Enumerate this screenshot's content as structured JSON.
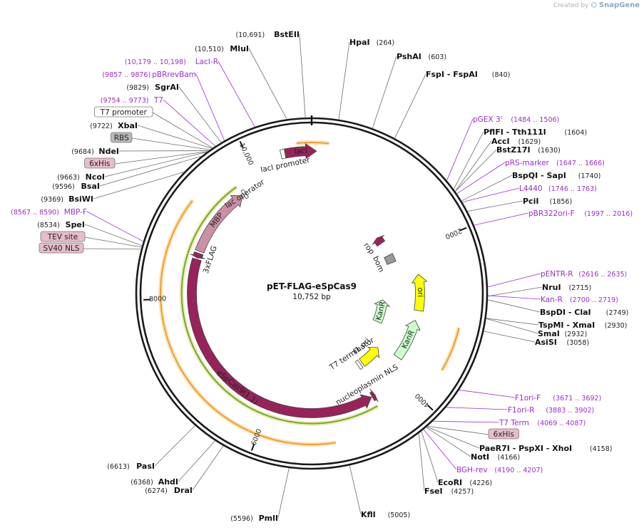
{
  "watermark": {
    "prefix": "Created by",
    "brand": "SnapGene"
  },
  "plasmid": {
    "name": "pET-FLAG-eSpCas9",
    "size_label": "10,752 bp",
    "length": 10752
  },
  "ticks": [
    {
      "label": "2000",
      "pos": 2000
    },
    {
      "label": "4000",
      "pos": 4000
    },
    {
      "label": "6000",
      "pos": 6000
    },
    {
      "label": "8000",
      "pos": 8000
    },
    {
      "label": "10,000",
      "pos": 10000
    }
  ],
  "features": [
    {
      "name": "lacI",
      "label": "lacI",
      "color": "#97235a",
      "r": 200,
      "start": 10435,
      "end": 10810,
      "dir": 1,
      "labelPlace": "inside"
    },
    {
      "name": "lacI-promoter",
      "label": "lacI promoter",
      "color": "#ffffff",
      "r": 200,
      "start": 10380,
      "end": 10430,
      "dir": 0,
      "labelPlace": "below"
    },
    {
      "name": "rop",
      "label": "rop",
      "color": "#97235a",
      "r": 120,
      "start": 1480,
      "end": 1620,
      "dir": -1,
      "labelPlace": "outside"
    },
    {
      "name": "bom",
      "label": "bom",
      "color": "#999999",
      "r": 120,
      "start": 1900,
      "end": 2060,
      "dir": 0,
      "labelPlace": "outside"
    },
    {
      "name": "ori",
      "label": "ori",
      "color": "#ffff00",
      "r": 152,
      "start": 2380,
      "end": 2960,
      "dir": -1,
      "labelPlace": "inside"
    },
    {
      "name": "kanr-1",
      "label": "KanR",
      "color": "#ccffcc",
      "r": 150,
      "start": 3120,
      "end": 3780,
      "dir": -1,
      "labelPlace": "inside"
    },
    {
      "name": "kanr-2",
      "label": "KanR",
      "color": "#ccffcc",
      "r": 100,
      "start": 2840,
      "end": 3380,
      "dir": -1,
      "labelPlace": "inside"
    },
    {
      "name": "f1-ori",
      "label": "f1 ori",
      "color": "#ffff00",
      "r": 120,
      "start": 3860,
      "end": 4300,
      "dir": -1,
      "labelPlace": "outside"
    },
    {
      "name": "t7-terminator",
      "label": "T7 terminator",
      "color": "#ffffff",
      "r": 120,
      "start": 4340,
      "end": 4400,
      "dir": 0,
      "labelPlace": "outside"
    },
    {
      "name": "nucleoplasmin-nls",
      "label": "nucleoplasmin NLS",
      "color": "#97235a",
      "r": 168,
      "start": 4420,
      "end": 4470,
      "dir": -1,
      "labelPlace": "outside"
    },
    {
      "name": "espcas9",
      "label": "eSpCas9(1.1)",
      "color": "#97235a",
      "r": 168,
      "start": 4480,
      "end": 8560,
      "dir": -1,
      "labelPlace": "inside"
    },
    {
      "name": "3xflag",
      "label": "3xFLAG",
      "color": "#97235a",
      "r": 168,
      "start": 8580,
      "end": 8650,
      "dir": -1,
      "labelPlace": "outside"
    },
    {
      "name": "mbp",
      "label": "MBP",
      "color": "#cc8fa5",
      "r": 168,
      "start": 8680,
      "end": 9700,
      "dir": 1,
      "labelPlace": "inside"
    },
    {
      "name": "lac-operator",
      "label": "lac operator",
      "color": "#ffffff",
      "r": 168,
      "start": 9720,
      "end": 9760,
      "dir": 0,
      "labelPlace": "inside"
    }
  ],
  "tracks": [
    {
      "name": "green-track",
      "r": 183,
      "start": 4470,
      "end": 9700,
      "color": "#5cb82c"
    },
    {
      "name": "orange-track-1",
      "r": 212,
      "start": 10580,
      "end": 10950,
      "color": "#f0a030"
    },
    {
      "name": "orange-track-2",
      "r": 212,
      "start": 3080,
      "end": 3600,
      "color": "#f0a030"
    },
    {
      "name": "orange-track-3",
      "r": 212,
      "start": 5100,
      "end": 9200,
      "color": "#f0a030"
    }
  ],
  "sites": {
    "top_center": [
      {
        "name": "BstEII",
        "coord": "(10,691)",
        "kind": "enz"
      },
      {
        "name": "HpaI",
        "coord": "(264)",
        "kind": "enz"
      },
      {
        "name": "PshAI",
        "coord": "(603)",
        "kind": "enz"
      },
      {
        "name": "FspI - FspAI",
        "coord": "(840)",
        "kind": "enz"
      }
    ],
    "left": [
      {
        "name": "MluI",
        "coord": "(10,510)",
        "kind": "enz"
      },
      {
        "name": "LacI-R",
        "coord": "(10,179 .. 10,198)",
        "kind": "primer"
      },
      {
        "name": "pBRrevBam",
        "coord": "(9857 .. 9876)",
        "kind": "primer"
      },
      {
        "name": "SgrAI",
        "coord": "(9829)",
        "kind": "enz"
      },
      {
        "name": "T7",
        "coord": "(9754 .. 9773)",
        "kind": "primer"
      },
      {
        "name": "T7 promoter",
        "coord": "",
        "kind": "box",
        "fill": "#ffffff"
      },
      {
        "name": "XbaI",
        "coord": "(9722)",
        "kind": "enz"
      },
      {
        "name": "RBS",
        "coord": "",
        "kind": "box",
        "fill": "#b9b9b9"
      },
      {
        "name": "NdeI",
        "coord": "(9684)",
        "kind": "enz"
      },
      {
        "name": "6xHis",
        "coord": "",
        "kind": "box",
        "fill": "#e8bccb"
      },
      {
        "name": "NcoI",
        "coord": "(9663)",
        "kind": "enz"
      },
      {
        "name": "BsaI",
        "coord": "(9596)",
        "kind": "enz"
      },
      {
        "name": "BsiWI",
        "coord": "(9369)",
        "kind": "enz"
      },
      {
        "name": "MBP-F",
        "coord": "(8567 .. 8590)",
        "kind": "primer"
      },
      {
        "name": "SpeI",
        "coord": "(8534)",
        "kind": "enz"
      },
      {
        "name": "TEV site",
        "coord": "",
        "kind": "box",
        "fill": "#e8bccb"
      },
      {
        "name": "SV40 NLS",
        "coord": "",
        "kind": "box",
        "fill": "#e8bccb"
      }
    ],
    "right": [
      {
        "name": "pGEX 3'",
        "coord": "(1484 .. 1506)",
        "kind": "primer"
      },
      {
        "name": "PflFI - Tth111I",
        "coord": "(1604)",
        "kind": "enz"
      },
      {
        "name": "AccI",
        "coord": "(1629)",
        "kind": "enz"
      },
      {
        "name": "BstZ17I",
        "coord": "(1630)",
        "kind": "enz"
      },
      {
        "name": "pRS-marker",
        "coord": "(1647 .. 1666)",
        "kind": "primer"
      },
      {
        "name": "BspQI - SapI",
        "coord": "(1740)",
        "kind": "enz"
      },
      {
        "name": "L4440",
        "coord": "(1746 .. 1763)",
        "kind": "primer"
      },
      {
        "name": "PciI",
        "coord": "(1856)",
        "kind": "enz"
      },
      {
        "name": "pBR322ori-F",
        "coord": "(1997 .. 2016)",
        "kind": "primer"
      },
      {
        "name": "pENTR-R",
        "coord": "(2616 .. 2635)",
        "kind": "primer"
      },
      {
        "name": "NruI",
        "coord": "(2715)",
        "kind": "enz"
      },
      {
        "name": "Kan-R",
        "coord": "(2700 .. 2719)",
        "kind": "primer"
      },
      {
        "name": "BspDI - ClaI",
        "coord": "(2749)",
        "kind": "enz"
      },
      {
        "name": "TspMI - XmaI",
        "coord": "(2930)",
        "kind": "enz"
      },
      {
        "name": "SmaI",
        "coord": "(2932)",
        "kind": "enz"
      },
      {
        "name": "AsiSI",
        "coord": "(3058)",
        "kind": "enz"
      }
    ],
    "bottom_right": [
      {
        "name": "F1ori-F",
        "coord": "(3671 .. 3692)",
        "kind": "primer"
      },
      {
        "name": "F1ori-R",
        "coord": "(3883 .. 3902)",
        "kind": "primer"
      },
      {
        "name": "T7 Term",
        "coord": "(4069 .. 4087)",
        "kind": "primer"
      },
      {
        "name": "6xHis",
        "coord": "",
        "kind": "box",
        "fill": "#e8bccb"
      },
      {
        "name": "PaeR7I - PspXI - XhoI",
        "coord": "(4158)",
        "kind": "enz"
      },
      {
        "name": "NotI",
        "coord": "(4166)",
        "kind": "enz"
      },
      {
        "name": "BGH-rev",
        "coord": "(4190 .. 4207)",
        "kind": "primer"
      },
      {
        "name": "EcoRI",
        "coord": "(4226)",
        "kind": "enz"
      },
      {
        "name": "FseI",
        "coord": "(4257)",
        "kind": "enz"
      }
    ],
    "bottom": [
      {
        "name": "KflI",
        "coord": "(5005)",
        "kind": "enz"
      },
      {
        "name": "PmlI",
        "coord": "(5596)",
        "kind": "enz"
      },
      {
        "name": "DraI",
        "coord": "(6274)",
        "kind": "enz"
      },
      {
        "name": "AhdI",
        "coord": "(6368)",
        "kind": "enz"
      },
      {
        "name": "PasI",
        "coord": "(6613)",
        "kind": "enz"
      }
    ]
  }
}
